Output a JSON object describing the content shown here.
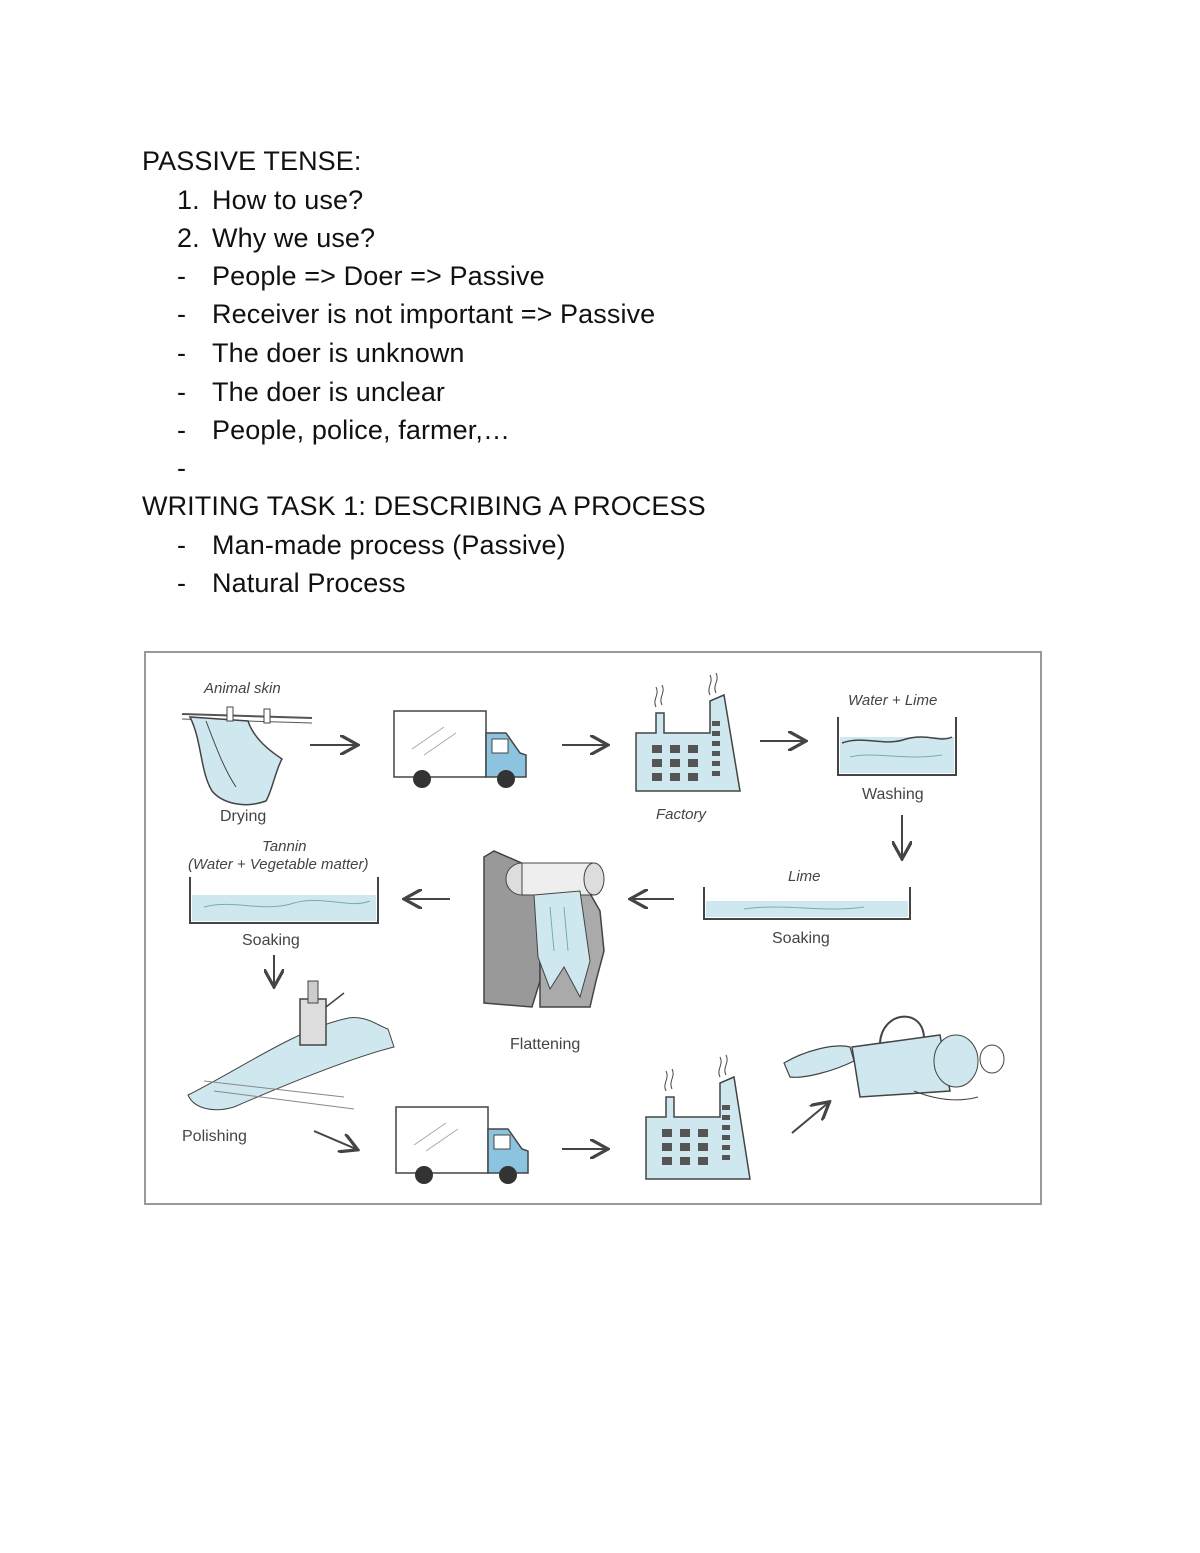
{
  "passive": {
    "heading": "PASSIVE TENSE:",
    "numbered": [
      {
        "num": "1.",
        "text": "How to use?"
      },
      {
        "num": "2.",
        "text": "Why we use?"
      }
    ],
    "bullets": [
      "People => Doer  => Passive",
      "Receiver is not important => Passive",
      "The doer is unknown",
      "The doer is unclear",
      "People, police, farmer,…",
      ""
    ],
    "bullet_marker": "-"
  },
  "writing": {
    "heading": "WRITING TASK 1: DESCRIBING A PROCESS",
    "bullets": [
      "Man-made process (Passive)",
      "Natural Process"
    ]
  },
  "diagram": {
    "labels": {
      "animal_skin": "Animal skin",
      "drying": "Drying",
      "factory": "Factory",
      "water_lime": "Water + Lime",
      "washing": "Washing",
      "tannin": "Tannin",
      "tannin_detail": "(Water + Vegetable matter)",
      "soaking_left": "Soaking",
      "lime": "Lime",
      "soaking_right": "Soaking",
      "flattening": "Flattening",
      "polishing": "Polishing"
    },
    "colors": {
      "fill": "#cfe8f0",
      "accent": "#8cc4e0",
      "stroke": "#444444",
      "frame": "#999999"
    },
    "icons": [
      "hanging-skin-icon",
      "truck-icon",
      "factory-icon",
      "washing-tank-icon",
      "soaking-tank-icon",
      "roller-press-icon",
      "polishing-machine-icon",
      "leather-goods-icon",
      "arrow-icon"
    ]
  }
}
